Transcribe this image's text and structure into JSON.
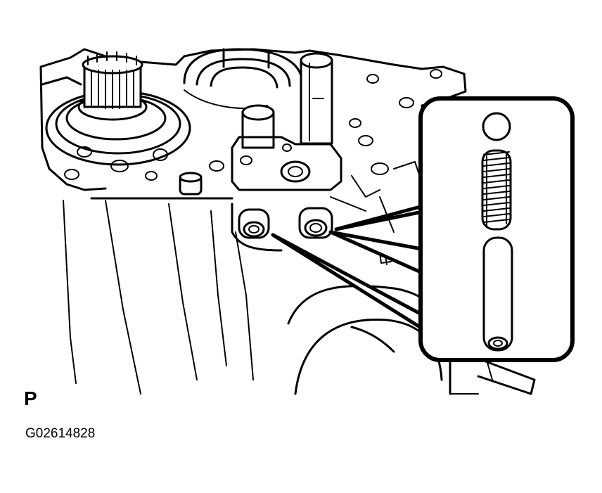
{
  "figure": {
    "view_letter": "P",
    "figure_id": "G02614828"
  },
  "callout": {
    "parts": [
      "ball",
      "spring",
      "pin"
    ]
  },
  "colors": {
    "line": "#000000",
    "background": "#ffffff"
  }
}
